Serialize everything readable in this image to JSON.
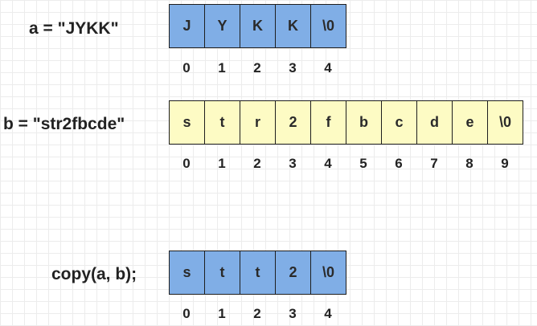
{
  "arrays": [
    {
      "label": "a = \"JYKK\"",
      "color": "#80aee6",
      "cells": [
        "J",
        "Y",
        "K",
        "K",
        "\\0"
      ],
      "indices": [
        "0",
        "1",
        "2",
        "3",
        "4"
      ]
    },
    {
      "label": "b = \"str2fbcde\"",
      "color": "#fdfbc4",
      "cells": [
        "s",
        "t",
        "r",
        "2",
        "f",
        "b",
        "c",
        "d",
        "e",
        "\\0"
      ],
      "indices": [
        "0",
        "1",
        "2",
        "3",
        "4",
        "5",
        "6",
        "7",
        "8",
        "9"
      ]
    },
    {
      "label": "copy(a, b);",
      "color": "#80aee6",
      "cells": [
        "s",
        "t",
        "t",
        "2",
        "\\0"
      ],
      "indices": [
        "0",
        "1",
        "2",
        "3",
        "4"
      ]
    }
  ]
}
